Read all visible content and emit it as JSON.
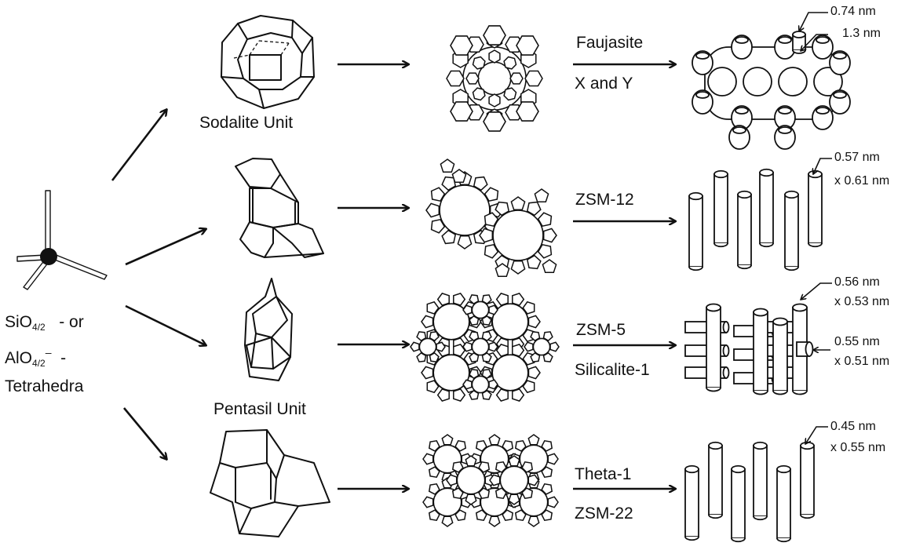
{
  "tetrahedra": {
    "line1_base": "SiO",
    "line1_sub": "4/2",
    "line1_suffix": "- or",
    "line2_base": "AlO",
    "line2_sub": "4/2",
    "line2_sup": "–",
    "line2_suffix": "-",
    "line3": "Tetrahedra"
  },
  "units": {
    "sodalite": "Sodalite Unit",
    "pentasil": "Pentasil Unit"
  },
  "rows": [
    {
      "label_top": "Faujasite",
      "label_bottom": "X and Y",
      "dim_a": "0.74 nm",
      "dim_b": "1.3 nm"
    },
    {
      "label_top": "ZSM-12",
      "label_bottom": "",
      "dim_a": "0.57 nm",
      "dim_b": "x 0.61 nm"
    },
    {
      "label_top": "ZSM-5",
      "label_bottom": "Silicalite-1",
      "dim_a": "0.56 nm",
      "dim_b": "x 0.53 nm",
      "dim_c": "0.55 nm",
      "dim_d": "x 0.51 nm"
    },
    {
      "label_top": "Theta-1",
      "label_bottom": "ZSM-22",
      "dim_a": "0.45 nm",
      "dim_b": "x 0.55 nm"
    }
  ]
}
